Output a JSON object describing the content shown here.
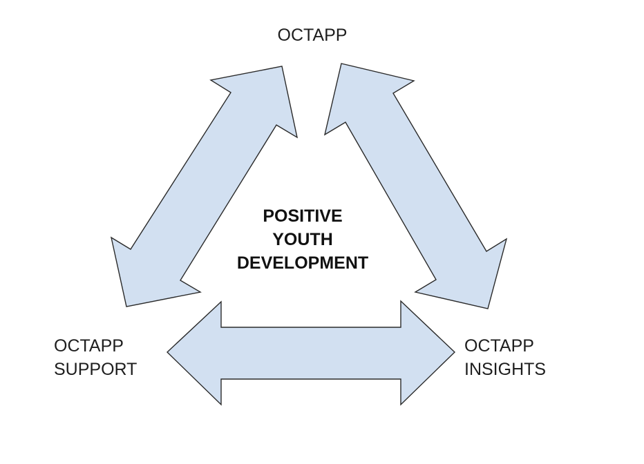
{
  "nodes": {
    "top": {
      "line1": "OCTAPP"
    },
    "left": {
      "line1": "OCTAPP",
      "line2": "SUPPORT"
    },
    "right": {
      "line1": "OCTAPP",
      "line2": "INSIGHTS"
    }
  },
  "center": {
    "line1": "POSITIVE",
    "line2": "YOUTH",
    "line3": "DEVELOPMENT"
  },
  "edges": [
    {
      "from": "top",
      "to": "left",
      "style": "double-headed-arrow"
    },
    {
      "from": "top",
      "to": "right",
      "style": "double-headed-arrow"
    },
    {
      "from": "left",
      "to": "right",
      "style": "double-headed-arrow"
    }
  ],
  "colors": {
    "arrow_fill": "#d2e0f1",
    "arrow_stroke": "#2a2a2a",
    "text": "#1e1e1e"
  }
}
